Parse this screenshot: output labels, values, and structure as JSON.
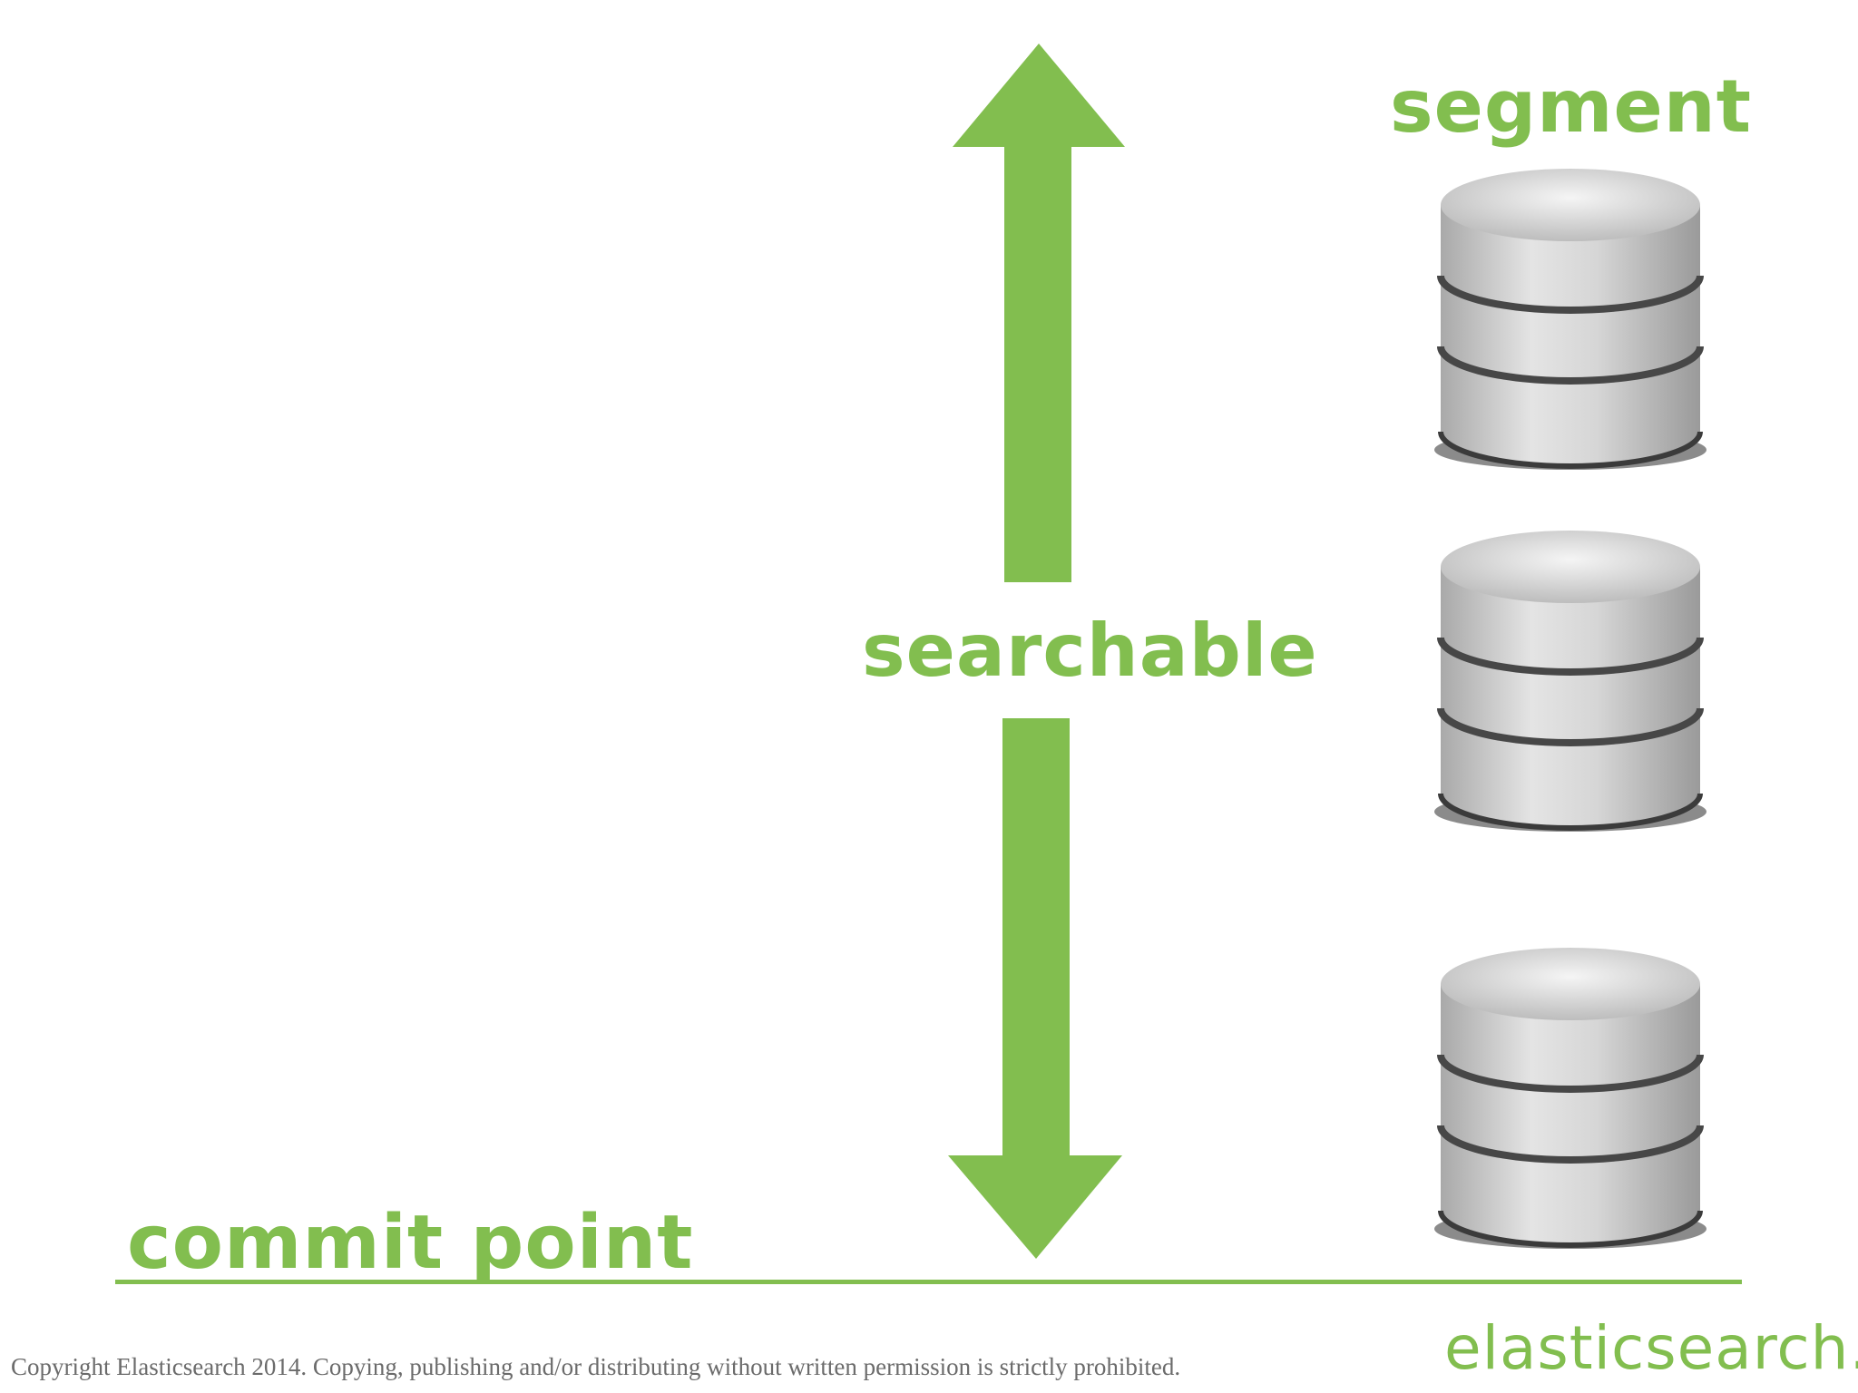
{
  "diagram": {
    "segment_label": "segment",
    "searchable_label": "searchable",
    "commit_point_label": "commit point",
    "segment_count": 3,
    "colors": {
      "accent_green": "#82be4f",
      "cylinder_gray": "#cfcfcf",
      "cylinder_dark": "#4a4a4a"
    },
    "icons": [
      "double-headed-arrow-icon",
      "database-cylinder-icon"
    ]
  },
  "footer": {
    "copyright": "Copyright Elasticsearch 2014. Copying, publishing and/or distributing without written permission is strictly prohibited.",
    "brand": "elasticsearch."
  }
}
